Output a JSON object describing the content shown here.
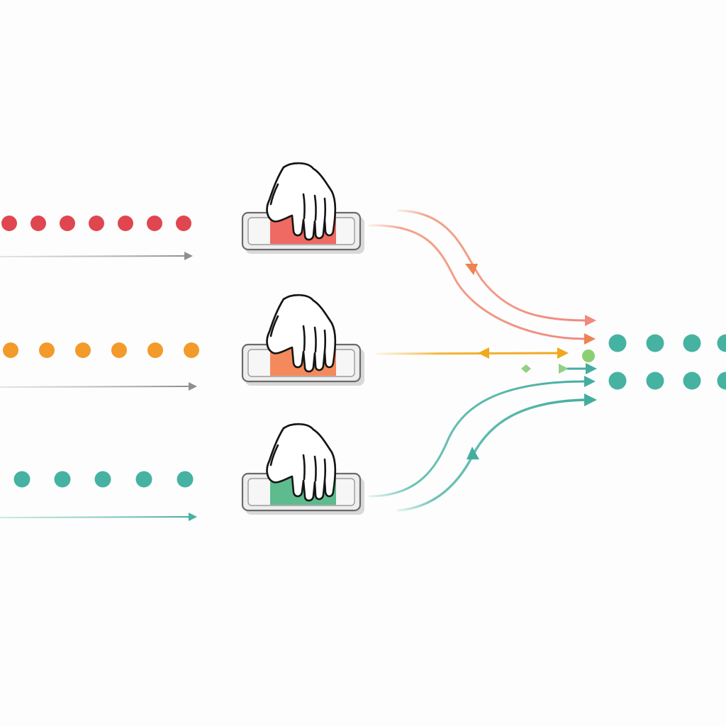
{
  "diagram": {
    "background_color": "#fdfdfd",
    "inputs": [
      {
        "name": "red",
        "color": "#e0464f",
        "pad_color": "#ee6a62",
        "dot_count": 7
      },
      {
        "name": "orange",
        "color": "#f39a2a",
        "pad_color": "#f48a5c",
        "dot_count": 6
      },
      {
        "name": "teal",
        "color": "#46b2a2",
        "pad_color": "#5dbb8e",
        "dot_count": 5
      }
    ],
    "merge_marker_color": "#8ccf73",
    "output": {
      "color": "#46b2a2",
      "rows": 2,
      "dots_per_row": 4
    },
    "icons": [
      "hand-pressing-pad-icon",
      "arrow-right-icon"
    ]
  }
}
